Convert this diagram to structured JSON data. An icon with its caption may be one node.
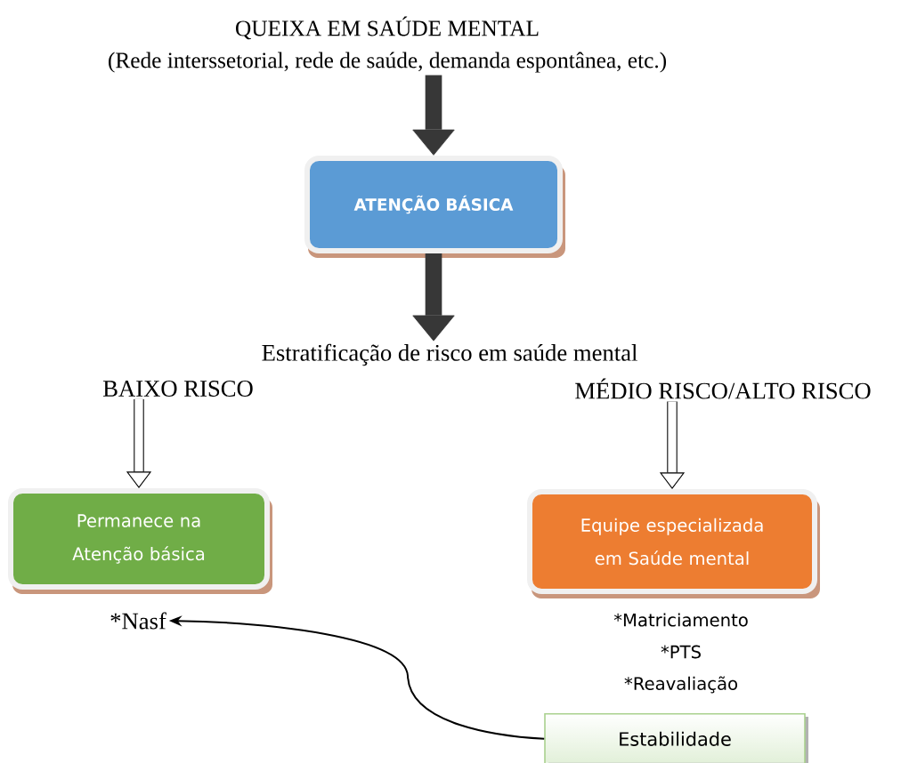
{
  "diagram": {
    "nodes": [
      {
        "text": [
          "QUEIXA EM SAÚDE MENTAL",
          "(Rede interssetorial, rede de saúde, demanda espontânea, etc.)"
        ]
      },
      {
        "text": [
          "ATENÇÃO BÁSICA"
        ]
      },
      {
        "text": [
          "Estratificação de risco em saúde mental"
        ]
      },
      {
        "text": [
          "BAIXO RISCO"
        ]
      },
      {
        "text": [
          "MÉDIO RISCO/ALTO RISCO"
        ]
      },
      {
        "text": [
          "Permanece na Atenção básica"
        ]
      },
      {
        "text": [
          "Equipe especializada em Saúde mental"
        ],
        "beside": [
          "*Matriciamento",
          "*PTS",
          "*Reavaliação"
        ]
      },
      {
        "text": [
          "*Nasf"
        ]
      },
      {
        "text": [
          "Estabilidade"
        ]
      }
    ],
    "edges": [
      {
        "from": 0,
        "to": 1,
        "arrow": "to"
      },
      {
        "from": 1,
        "to": 2,
        "arrow": "to"
      },
      {
        "from": 3,
        "to": 5,
        "arrow": "to"
      },
      {
        "from": 4,
        "to": 6,
        "arrow": "to"
      },
      {
        "from": 8,
        "to": 7,
        "arrow": "to"
      }
    ]
  }
}
